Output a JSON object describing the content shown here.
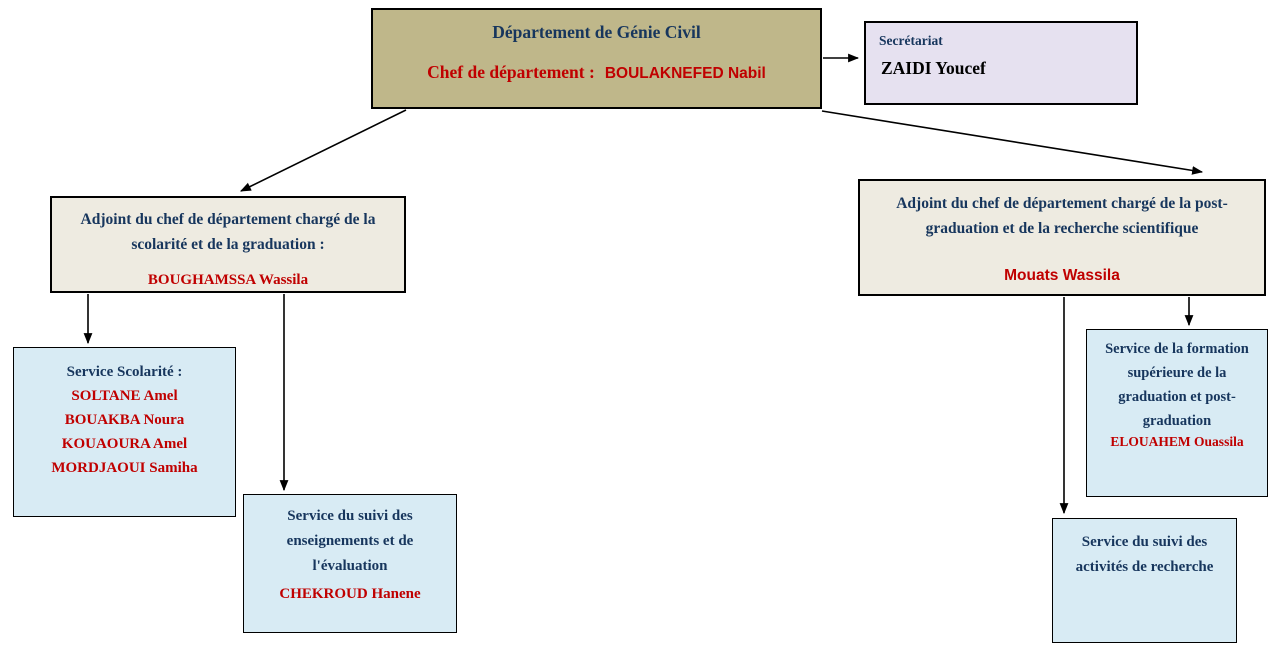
{
  "colors": {
    "root_bg": "#bfb78a",
    "secretariat_bg": "#e6e1f0",
    "adjoint_bg": "#eeebe1",
    "service_bg": "#d8ebf4",
    "navy": "#17365d",
    "red": "#c00000",
    "line": "#000000"
  },
  "root": {
    "title": "Département de Génie Civil",
    "chef_label": "Chef de département :",
    "chef_name": "BOULAKNEFED Nabil"
  },
  "secretariat": {
    "title": "Secrétariat",
    "name": "ZAIDI Youcef"
  },
  "adjoint_scolarite": {
    "title": "Adjoint du chef de département chargé de la scolarité et de la graduation :",
    "name": "BOUGHAMSSA Wassila"
  },
  "adjoint_postgrad": {
    "title": "Adjoint du chef de département chargé de la post-graduation et de la recherche scientifique",
    "name": "Mouats Wassila"
  },
  "service_scolarite": {
    "title": "Service Scolarité :",
    "members": [
      "SOLTANE Amel",
      "BOUAKBA Noura",
      "KOUAOURA Amel",
      "MORDJAOUI Samiha"
    ]
  },
  "service_enseignements": {
    "title": "Service du suivi des enseignements et de l'évaluation",
    "name": "CHEKROUD Hanene"
  },
  "service_formation": {
    "title": "Service de la formation supérieure de la graduation et post-graduation",
    "name": "ELOUAHEM Ouassila"
  },
  "service_recherche": {
    "title": "Service du suivi des activités de recherche"
  }
}
